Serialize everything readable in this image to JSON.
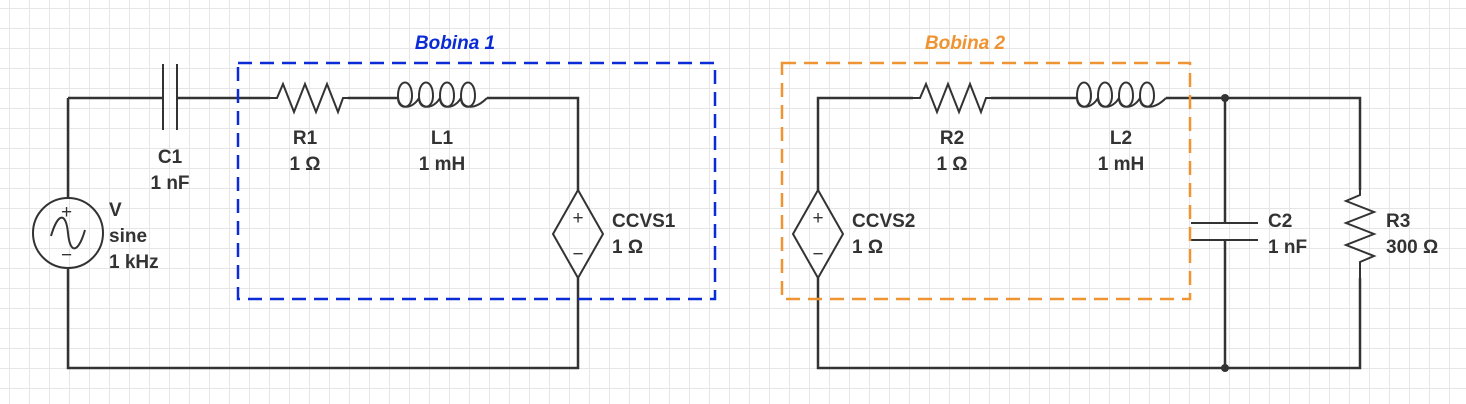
{
  "groups": {
    "bobina1": {
      "title": "Bobina 1",
      "color": "#0a2bd6"
    },
    "bobina2": {
      "title": "Bobina 2",
      "color": "#ee9432"
    }
  },
  "components": {
    "source": {
      "name": "V",
      "type": "sine",
      "freq": "1 kHz"
    },
    "c1": {
      "name": "C1",
      "value": "1 nF"
    },
    "r1": {
      "name": "R1",
      "value": "1 Ω"
    },
    "l1": {
      "name": "L1",
      "value": "1 mH"
    },
    "ccvs1": {
      "name": "CCVS1",
      "value": "1 Ω"
    },
    "ccvs2": {
      "name": "CCVS2",
      "value": "1 Ω"
    },
    "r2": {
      "name": "R2",
      "value": "1 Ω"
    },
    "l2": {
      "name": "L2",
      "value": "1 mH"
    },
    "c2": {
      "name": "C2",
      "value": "1 nF"
    },
    "r3": {
      "name": "R3",
      "value": "300 Ω"
    }
  },
  "symbols": {
    "plus": "+",
    "minus": "−"
  },
  "colors": {
    "wire": "#333333",
    "grid": "#e6e6e6"
  }
}
